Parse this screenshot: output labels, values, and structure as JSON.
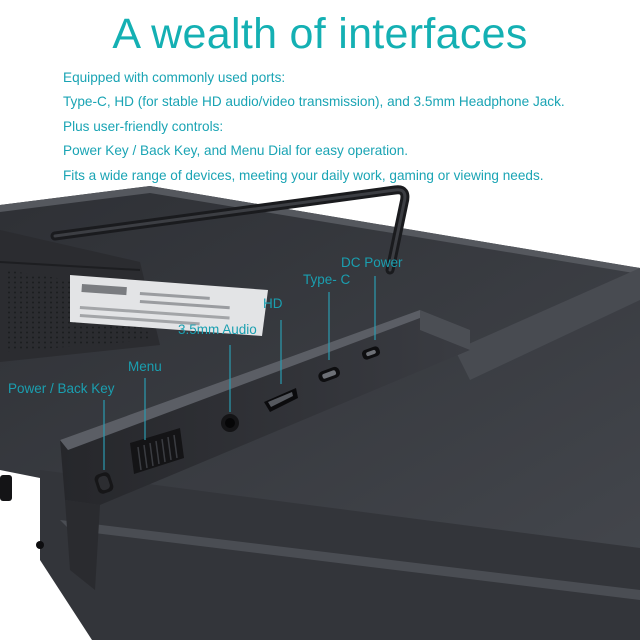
{
  "heading": {
    "title": "A wealth of interfaces",
    "lines": [
      "Equipped with commonly used ports:",
      "Type-C, HD (for stable HD audio/video transmission), and 3.5mm Headphone Jack.",
      "Plus user-friendly controls:",
      "Power Key / Back Key, and Menu Dial for easy operation.",
      "Fits a wide range of devices, meeting your daily work, gaming or viewing needs."
    ]
  },
  "callouts": {
    "dc_power": "DC Power",
    "type_c": "Type- C",
    "hd": "HD",
    "audio": "3.5mm Audio",
    "menu": "Menu",
    "power_back": "Power / Back Key"
  },
  "colors": {
    "title": "#14b0b3",
    "text": "#1aa4b4",
    "monitor_body": "#3d3f45",
    "monitor_dark": "#1f2024"
  }
}
